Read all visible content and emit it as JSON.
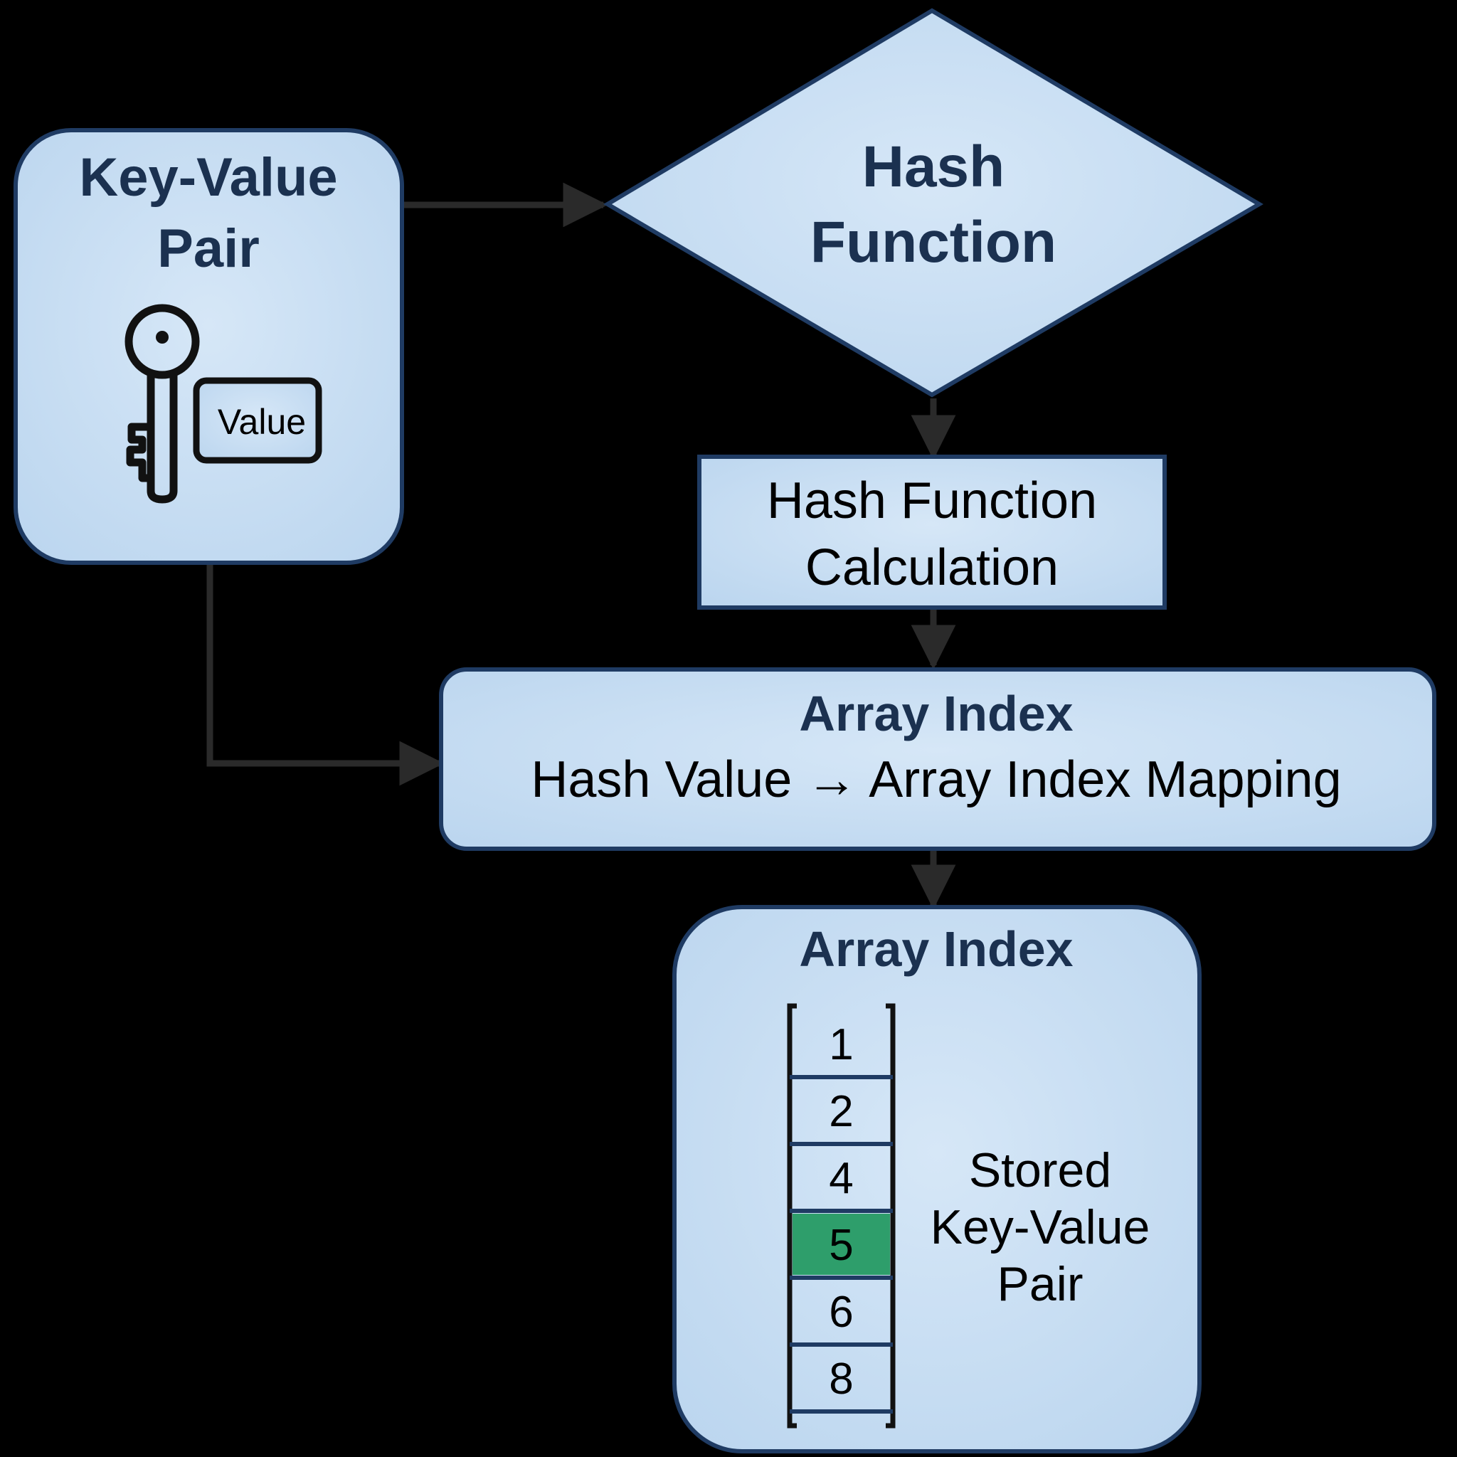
{
  "colors": {
    "background": "#000000",
    "node_fill": "#c9def2",
    "node_border": "#1f3b63",
    "title_text": "#1b3150",
    "body_text": "#000000",
    "arrow": "#2a2a2a",
    "highlight": "#2e9e6b"
  },
  "nodes": {
    "key_value_pair": {
      "title_line1": "Key-Value",
      "title_line2": "Pair",
      "icon": "key-icon",
      "value_tag": "Value"
    },
    "hash_function": {
      "title_line1": "Hash",
      "title_line2": "Function"
    },
    "hash_calculation": {
      "line1": "Hash Function",
      "line2": "Calculation"
    },
    "array_index_mapping": {
      "title": "Array Index",
      "subtitle": "Hash Value → Array Index Mapping"
    },
    "array_storage": {
      "title": "Array Index",
      "cells": [
        "1",
        "2",
        "4",
        "5",
        "6",
        "8"
      ],
      "highlighted_cell": "5",
      "stored_line1": "Stored",
      "stored_line2": "Key-Value",
      "stored_line3": "Pair"
    }
  }
}
